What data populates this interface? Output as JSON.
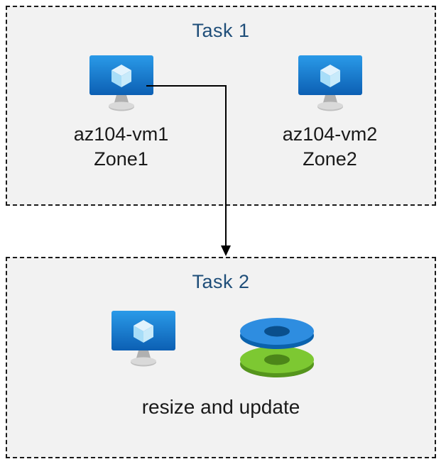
{
  "task1": {
    "title": "Task 1",
    "vms": [
      {
        "name": "az104-vm1",
        "zone": "Zone1"
      },
      {
        "name": "az104-vm2",
        "zone": "Zone2"
      }
    ]
  },
  "task2": {
    "title": "Task 2",
    "caption": "resize and update"
  },
  "icons": {
    "vm": "azure-virtual-machine-icon",
    "disks": "azure-managed-disks-icon",
    "arrow": "flow-arrow-down"
  },
  "colors": {
    "title_blue": "#1f4e79",
    "box_background": "#f2f2f2",
    "border": "#1a1a1a",
    "vm_screen_blue": "#1585d8",
    "disk_blue": "#2e8de0",
    "disk_green": "#7dc832",
    "arrow": "#000000"
  }
}
